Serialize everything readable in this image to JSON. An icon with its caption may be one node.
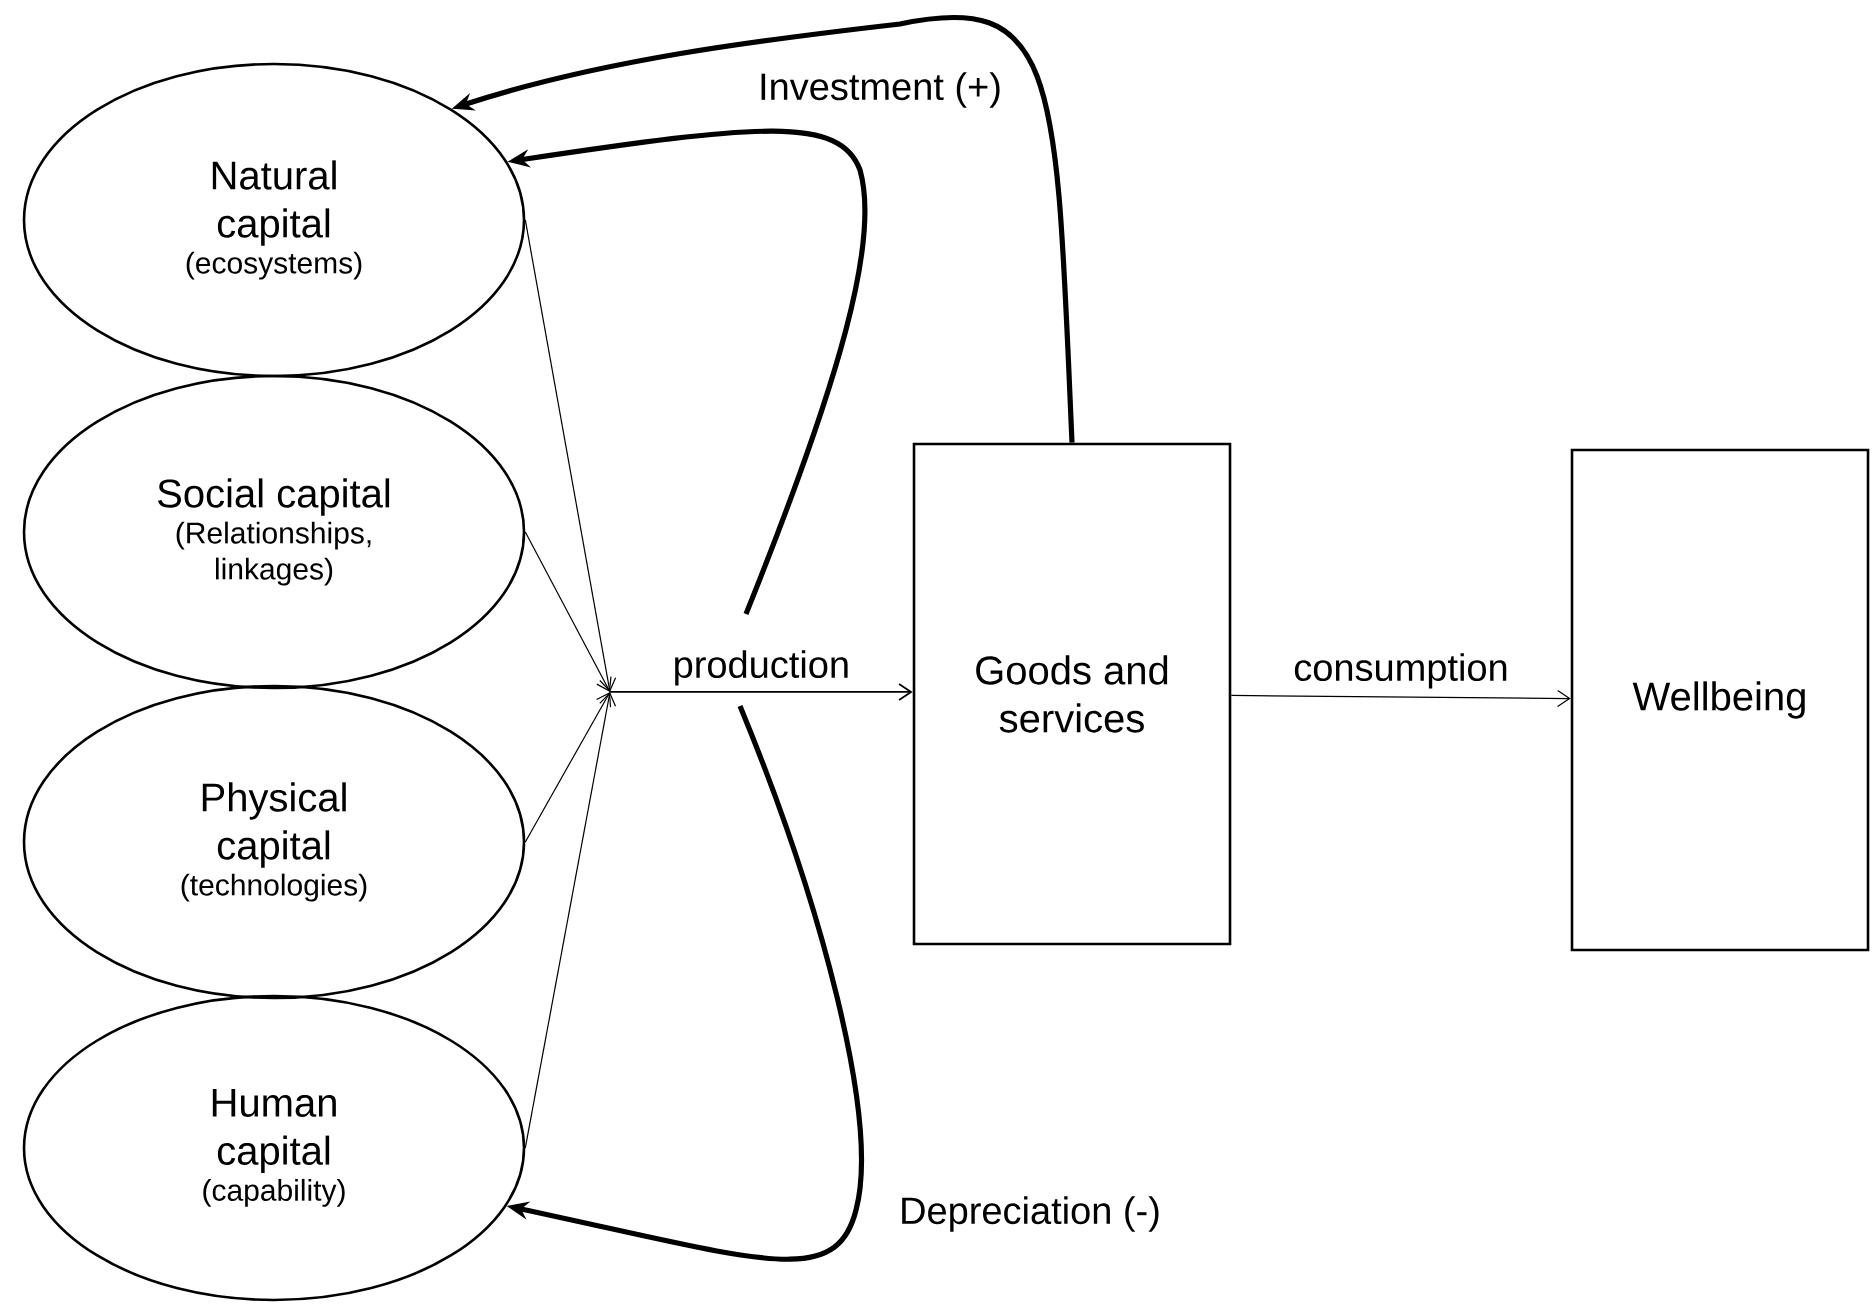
{
  "diagram": {
    "nodes": [
      {
        "text": [
          "Natural capital",
          "(ecosystems)"
        ]
      },
      {
        "text": [
          "Social capital",
          "(Relationships, linkages)"
        ]
      },
      {
        "text": [
          "Physical capital",
          "(technologies)"
        ]
      },
      {
        "text": [
          "Human capital",
          "(capability)"
        ]
      },
      {
        "text": [
          "Goods and services"
        ]
      },
      {
        "text": [
          "Wellbeing"
        ]
      }
    ],
    "edges": [
      {
        "from": 0,
        "to": 4,
        "arrow": "to",
        "label": "production"
      },
      {
        "from": 1,
        "to": 4,
        "arrow": "to"
      },
      {
        "from": 2,
        "to": 4,
        "arrow": "to"
      },
      {
        "from": 3,
        "to": 4,
        "arrow": "to"
      },
      {
        "from": 4,
        "to": 5,
        "arrow": "to",
        "label": "consumption"
      },
      {
        "from": 4,
        "to": 0,
        "arrow": "to",
        "label": "Investment (+)",
        "style": "thick"
      },
      {
        "from": null,
        "to": 0,
        "arrow": "to",
        "style": "thick"
      },
      {
        "from": null,
        "to": 3,
        "arrow": "to",
        "label": "Depreciation (-)",
        "style": "thick"
      }
    ]
  }
}
